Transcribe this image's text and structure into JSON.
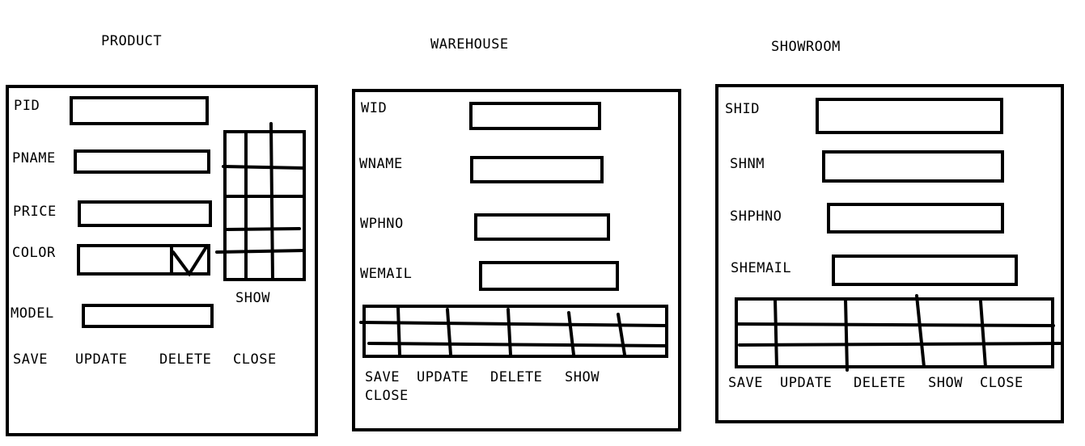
{
  "product": {
    "title": "PRODUCT",
    "fields": {
      "pid": "PID",
      "pname": "PNAME",
      "price": "PRICE",
      "color": "COLOR",
      "model": "MODEL"
    },
    "show_label": "SHOW",
    "buttons": {
      "save": "SAVE",
      "update": "UPDATE",
      "delete": "DELETE",
      "close": "CLOSE"
    }
  },
  "warehouse": {
    "title": "WAREHOUSE",
    "fields": {
      "wid": "WID",
      "wname": "WNAME",
      "wphno": "WPHNO",
      "wemail": "WEMAIL"
    },
    "buttons": {
      "save": "SAVE",
      "update": "UPDATE",
      "delete": "DELETE",
      "show": "SHOW",
      "close": "CLOSE"
    }
  },
  "showroom": {
    "title": "SHOWROOM",
    "fields": {
      "shid": "SHID",
      "shnm": "SHNM",
      "shphno": "SHPHNO",
      "shemail": "SHEMAIL"
    },
    "buttons": {
      "save": "SAVE",
      "update": "UPDATE",
      "delete": "DELETE",
      "show": "SHOW",
      "close": "CLOSE"
    }
  }
}
